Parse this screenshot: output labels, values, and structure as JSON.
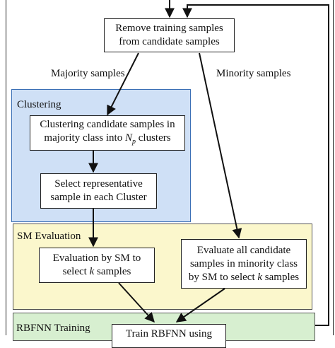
{
  "colors": {
    "clustering_fill": "#cfe0f6",
    "clustering_border": "#3a6fb5",
    "sm_fill": "#fbf7cc",
    "rbfnn_fill": "#d7efd0",
    "line": "#111111"
  },
  "edge_labels": {
    "majority": "Majority samples",
    "minority": "Minority samples"
  },
  "regions": {
    "clustering": "Clustering",
    "sm": "SM  Evaluation",
    "rbfnn": "RBFNN  Training"
  },
  "nodes": {
    "remove": {
      "line1": "Remove training samples",
      "line2": "from candidate samples"
    },
    "cluster": {
      "line1": "Clustering candidate samples in",
      "line2_pre": "majority class into ",
      "line2_var": "N",
      "line2_sub": "p",
      "line2_post": " clusters"
    },
    "select": {
      "line1": "Select representative",
      "line2": "sample in each Cluster"
    },
    "eval_sm": {
      "line1": "Evaluation by SM to",
      "line2_pre": "select ",
      "line2_var": "k",
      "line2_post": " samples"
    },
    "eval_all": {
      "line1": "Evaluate all candidate",
      "line2": "samples in minority class",
      "line3_pre": "by SM to select ",
      "line3_var": "k",
      "line3_post": " samples"
    },
    "train": {
      "line1": "Train RBFNN using"
    }
  }
}
